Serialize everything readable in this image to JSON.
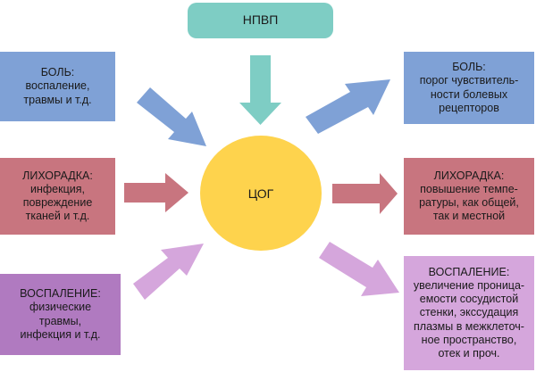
{
  "nsaid": {
    "label": "НПВП"
  },
  "center": {
    "label": "ЦОГ"
  },
  "left_boxes": [
    {
      "head": "БОЛЬ:",
      "body": "воспаление,\nтравмы и т.д."
    },
    {
      "head": "ЛИХОРАДКА:",
      "body": "инфекция,\nповреждение\nтканей и т.д."
    },
    {
      "head": "ВОСПАЛЕНИЕ:",
      "body": "физические\nтравмы,\nинфекция и т.д."
    }
  ],
  "right_boxes": [
    {
      "head": "БОЛЬ:",
      "body": "порог чувствитель-\nности болевых\nрецепторов"
    },
    {
      "head": "ЛИХОРАДКА:",
      "body": "повышение темпе-\nратуры, как общей,\nтак и местной"
    },
    {
      "head": "ВОСПАЛЕНИЕ:",
      "body": "увеличение проница-\nемости сосудистой\nстенки, экссудация\nплазмы в межклеточ-\nное пространство,\nотек и проч."
    }
  ],
  "colors": {
    "teal": "#7ecdc4",
    "blue": "#7fa1d6",
    "red": "#c8757f",
    "purple_dark": "#b07ac0",
    "purple_light": "#d5a6dc",
    "yellow": "#fed34d"
  }
}
